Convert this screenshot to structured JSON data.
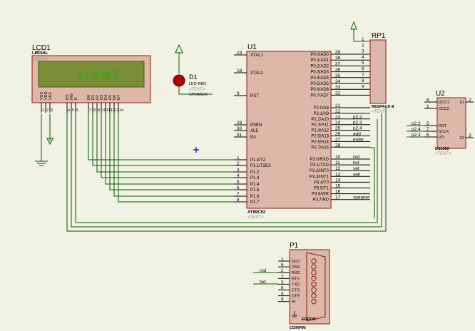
{
  "lcd": {
    "ref": "LCD1",
    "model": "LM016L",
    "text_tag": "<TEXT>",
    "display": "51黑电子",
    "pins": [
      "VSS",
      "VDD",
      "VEE",
      "RS",
      "RW",
      "E",
      "D0",
      "D1",
      "D2",
      "D3",
      "D4",
      "D5",
      "D6",
      "D7"
    ],
    "pin_numbers": [
      "1",
      "2",
      "3",
      "4",
      "5",
      "6",
      "7",
      "8",
      "9",
      "10",
      "11",
      "12",
      "13",
      "14"
    ]
  },
  "led": {
    "ref": "D1",
    "model": "LED-RED",
    "text_tag": "<TEXT>",
    "net": "SPEAKER"
  },
  "mcu": {
    "ref": "U1",
    "model": "AT89C52",
    "text_tag": "<TEXT>",
    "left_pins": [
      {
        "num": "19",
        "name": "XTAL1"
      },
      {
        "num": "18",
        "name": "XTAL2"
      },
      {
        "num": "9",
        "name": "RST"
      },
      {
        "num": "29",
        "name": "PSEN"
      },
      {
        "num": "30",
        "name": "ALE"
      },
      {
        "num": "31",
        "name": "EA"
      },
      {
        "num": "1",
        "name": "P1.0/T2"
      },
      {
        "num": "2",
        "name": "P1.1/T2EX"
      },
      {
        "num": "3",
        "name": "P1.2"
      },
      {
        "num": "4",
        "name": "P1.3"
      },
      {
        "num": "5",
        "name": "P1.4"
      },
      {
        "num": "6",
        "name": "P1.5"
      },
      {
        "num": "7",
        "name": "P1.6"
      },
      {
        "num": "8",
        "name": "P1.7"
      }
    ],
    "right_pins": [
      {
        "num": "39",
        "name": "P0.0/AD0"
      },
      {
        "num": "38",
        "name": "P0.1/AD1"
      },
      {
        "num": "37",
        "name": "P0.2/AD2"
      },
      {
        "num": "36",
        "name": "P0.3/AD3"
      },
      {
        "num": "35",
        "name": "P0.4/AD4"
      },
      {
        "num": "34",
        "name": "P0.5/AD5"
      },
      {
        "num": "33",
        "name": "P0.6/AD6"
      },
      {
        "num": "32",
        "name": "P0.7/AD7"
      },
      {
        "num": "21",
        "name": "P2.0/A8"
      },
      {
        "num": "22",
        "name": "P2.1/A9"
      },
      {
        "num": "23",
        "name": "P2.2/A10"
      },
      {
        "num": "24",
        "name": "P2.3/A11"
      },
      {
        "num": "25",
        "name": "P2.4/A12"
      },
      {
        "num": "26",
        "name": "P2.5/A13"
      },
      {
        "num": "27",
        "name": "P2.6/A14"
      },
      {
        "num": "28",
        "name": "P2.7/A15"
      },
      {
        "num": "10",
        "name": "P3.0/RXD"
      },
      {
        "num": "11",
        "name": "P3.1/TXD"
      },
      {
        "num": "12",
        "name": "P3.2/INT0"
      },
      {
        "num": "13",
        "name": "P3.3/INT1"
      },
      {
        "num": "14",
        "name": "P3.4/T0"
      },
      {
        "num": "15",
        "name": "P3.5/T1"
      },
      {
        "num": "16",
        "name": "P3.6/WR"
      },
      {
        "num": "17",
        "name": "P3.7/RD"
      }
    ],
    "p2_nets": [
      "",
      "",
      "p2.2",
      "p2.3",
      "p2.4",
      "add",
      "enter",
      ""
    ],
    "p3_nets": [
      "rxd",
      "txd",
      "set",
      "sell",
      "",
      "",
      "",
      "speaker"
    ]
  },
  "rp": {
    "ref": "RP1",
    "model": "RESPACK-8",
    "text_tag": "<TEXT>",
    "pins": [
      "1",
      "2",
      "3",
      "4",
      "5",
      "6",
      "7",
      "8",
      "9"
    ]
  },
  "rtc": {
    "ref": "U2",
    "model": "DS1302",
    "text_tag": "<TEXT>",
    "pins": [
      {
        "num": "8",
        "name": "VCC1"
      },
      {
        "num": "1",
        "name": "VCC2"
      },
      {
        "num": "5",
        "name": "RST"
      },
      {
        "num": "7",
        "name": "SCLK"
      },
      {
        "num": "6",
        "name": "I/O"
      }
    ],
    "right_pins": [
      "X1",
      "X2"
    ],
    "right_nums": [
      "2",
      "3"
    ],
    "nets": [
      "p2.2",
      "p2.4",
      "p2.3"
    ]
  },
  "serial": {
    "ref": "P1",
    "model": "COMPIM",
    "badge": "ERROR",
    "pins": [
      {
        "num": "1",
        "name": "DCD"
      },
      {
        "num": "6",
        "name": "DSR"
      },
      {
        "num": "2",
        "name": "RXD"
      },
      {
        "num": "7",
        "name": "RTS"
      },
      {
        "num": "3",
        "name": "TXD"
      },
      {
        "num": "8",
        "name": "CTS"
      },
      {
        "num": "4",
        "name": "DTR"
      },
      {
        "num": "9",
        "name": "RI"
      }
    ],
    "nets": [
      "rxd",
      "txd"
    ]
  },
  "colors": {
    "background": "#f2f2e4",
    "chip_fill": "#ddb7a7",
    "chip_border": "#8a1a1a",
    "wire": "#005a00",
    "lcd_screen": "#7c8d38",
    "lcd_text": "#3aa21c",
    "led_red": "#b00000",
    "power_arrow": "#006400"
  }
}
